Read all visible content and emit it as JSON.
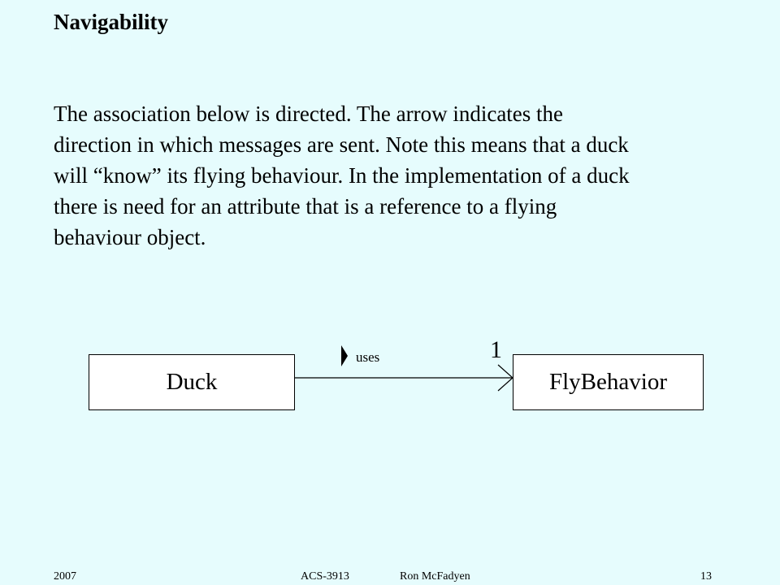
{
  "slide": {
    "title": "Navigability",
    "body_lines": [
      "The association below is directed.  The arrow indicates the",
      "direction in which messages are sent.  Note this means that a duck",
      "will “know” its flying behaviour.  In the implementation of a duck",
      "there is need for an attribute that is a reference to a flying",
      "behaviour object."
    ]
  },
  "diagram": {
    "source_class": "Duck",
    "target_class": "FlyBehavior",
    "association_name": "uses",
    "target_multiplicity": "1",
    "direction_marker_icon": "filled-triangle-right-icon",
    "navigability_arrow_icon": "open-arrowhead-icon"
  },
  "footer": {
    "year": "2007",
    "course": "ACS-3913",
    "author": "Ron McFadyen",
    "page": "13"
  },
  "colors": {
    "background": "#e6fcfd",
    "box_fill": "#ffffff",
    "stroke": "#000000"
  }
}
